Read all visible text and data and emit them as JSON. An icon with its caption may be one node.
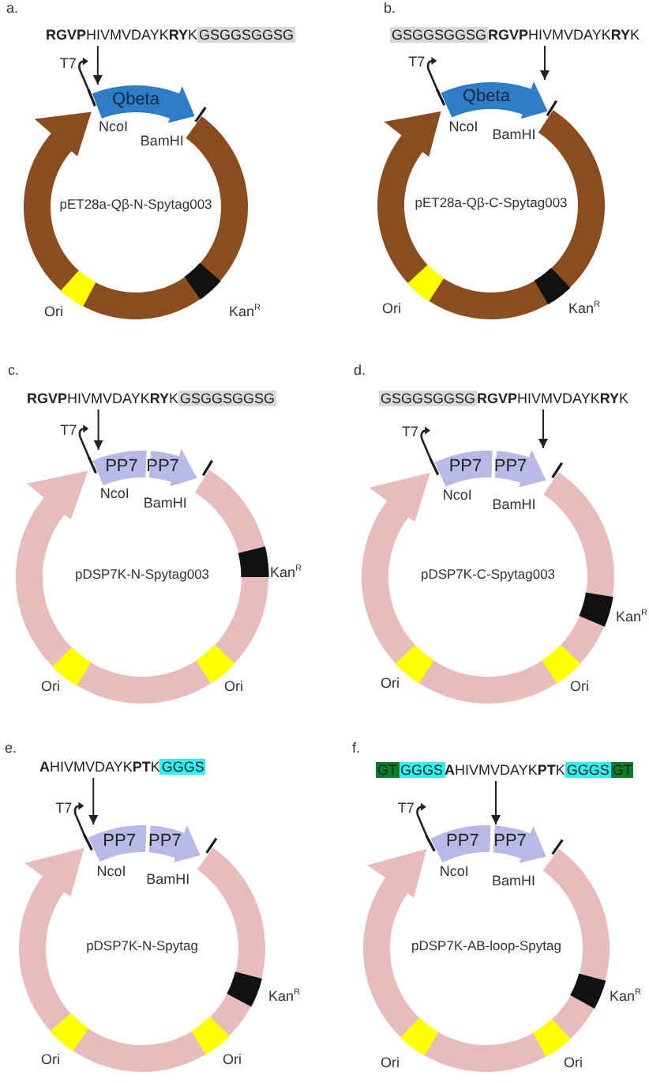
{
  "diagram": {
    "nodes": [
      {
        "text": [
          "**RGVP**HIVMVDAYK**RY**K",
          "GSGGSGGSG"
        ]
      },
      {
        "text": [
          "Qbeta"
        ]
      },
      {
        "text": [
          "pET28a-Qβ-N-Spytag003"
        ]
      },
      {
        "text": [
          "GSGGSGGSG",
          "**RGVP**HIVMVDAYK**RY**K"
        ]
      },
      {
        "text": [
          "Qbeta"
        ]
      },
      {
        "text": [
          "pET28a-Qβ-C-Spytag003"
        ]
      },
      {
        "text": [
          "**RGVP**HIVMVDAYK**RY**K",
          "GSGGSGGSG"
        ]
      },
      {
        "text": [
          "PP7"
        ]
      },
      {
        "text": [
          "PP7"
        ]
      },
      {
        "text": [
          "pDSP7K-N-Spytag003"
        ]
      },
      {
        "text": [
          "GSGGSGGSG",
          "**RGVP**HIVMVDAYK**RY**K"
        ]
      },
      {
        "text": [
          "PP7"
        ]
      },
      {
        "text": [
          "PP7"
        ]
      },
      {
        "text": [
          "pDSP7K-C-Spytag003"
        ]
      },
      {
        "text": [
          "**A**HIVMVDAYK**PT**K",
          "GGGS"
        ]
      },
      {
        "text": [
          "PP7"
        ]
      },
      {
        "text": [
          "PP7"
        ]
      },
      {
        "text": [
          "pDSP7K-N-Spytag"
        ]
      },
      {
        "text": [
          "GT",
          "GGGS",
          "**A**HIVMVDAYK**PT**K",
          "GGGS",
          "GT"
        ]
      },
      {
        "text": [
          "PP7"
        ]
      },
      {
        "text": [
          "PP7"
        ]
      },
      {
        "text": [
          "pDSP7K-AB-loop-Spytag"
        ]
      }
    ],
    "edges": [
      {
        "from": 0,
        "to": 1,
        "arrow": "to"
      },
      {
        "from": 3,
        "to": 4,
        "arrow": "to"
      },
      {
        "from": 6,
        "to": 7,
        "arrow": "to"
      },
      {
        "from": 10,
        "to": 12,
        "arrow": "to"
      },
      {
        "from": 14,
        "to": 15,
        "arrow": "to"
      },
      {
        "from": 18,
        "to": 20,
        "arrow": "to"
      }
    ],
    "labels": [
      "a.",
      "T7",
      "NcoI",
      "BamHI",
      "Ori",
      "Kan$^{R}$",
      "b.",
      "T7",
      "NcoI",
      "BamHI",
      "Ori",
      "Kan$^{R}$",
      "c.",
      "T7",
      "NcoI",
      "BamHI",
      "Kan$^{R}$",
      "Ori",
      "Ori",
      "d.",
      "T7",
      "NcoI",
      "BamHI",
      "Kan$^{R}$",
      "Ori",
      "Ori",
      "e.",
      "T7",
      "NcoI",
      "BamHI",
      "Kan$^{R}$",
      "Ori",
      "Ori",
      "f.",
      "T7",
      "NcoI",
      "BamHI",
      "Kan$^{R}$",
      "Ori",
      "Ori"
    ]
  }
}
